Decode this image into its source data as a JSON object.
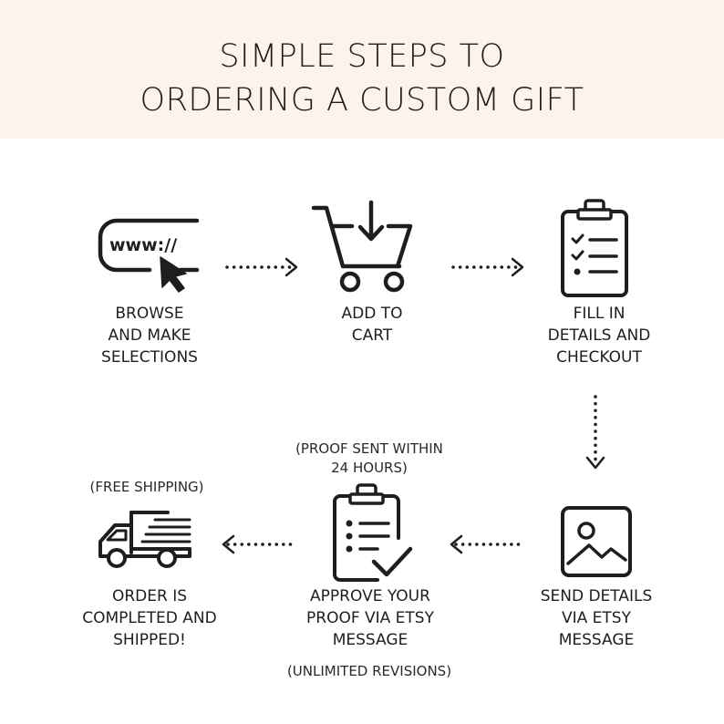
{
  "header": {
    "title_line1": "SIMPLE STEPS TO",
    "title_line2": "ORDERING A CUSTOM GIFT"
  },
  "colors": {
    "header_background": "#fdf3ea",
    "ink": "#1e1e1e"
  },
  "steps": [
    {
      "icon": "browser-cursor-icon",
      "icon_text": "www://",
      "label": [
        "BROWSE",
        "AND MAKE",
        "SELECTIONS"
      ]
    },
    {
      "icon": "shopping-cart-icon",
      "label": [
        "ADD TO",
        "CART"
      ]
    },
    {
      "icon": "clipboard-checklist-icon",
      "label": [
        "FILL IN",
        "DETAILS AND",
        "CHECKOUT"
      ]
    },
    {
      "icon": "image-icon",
      "label": [
        "SEND DETAILS",
        "VIA ETSY",
        "MESSAGE"
      ]
    },
    {
      "icon": "clipboard-approve-icon",
      "label": [
        "APPROVE YOUR",
        "PROOF VIA ETSY",
        "MESSAGE"
      ],
      "note_top": [
        "(PROOF SENT WITHIN",
        "24 HOURS)"
      ],
      "note_bottom": "(UNLIMITED REVISIONS)"
    },
    {
      "icon": "delivery-truck-icon",
      "label": [
        "ORDER IS",
        "COMPLETED AND",
        "SHIPPED!"
      ],
      "note_top": "(FREE SHIPPING)"
    }
  ]
}
